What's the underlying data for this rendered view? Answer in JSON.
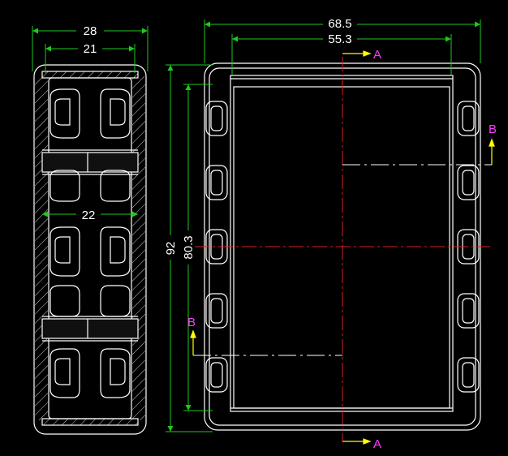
{
  "drawing": {
    "side_view": {
      "dim_overall_width": "28",
      "dim_inner_width": "21",
      "dim_middle_width": "22"
    },
    "top_view": {
      "dim_overall_width": "68.5",
      "dim_inner_width": "55.3",
      "dim_overall_height": "92",
      "dim_inner_height": "80.3",
      "section_a_label": "A",
      "section_b_label": "B"
    },
    "colors": {
      "outline": "#ffffff",
      "dimension": "#1ec81e",
      "centerline": "#dc1e1e",
      "section_arrow": "#ffff00",
      "section_label": "#ff3cff",
      "background": "#000000"
    }
  }
}
